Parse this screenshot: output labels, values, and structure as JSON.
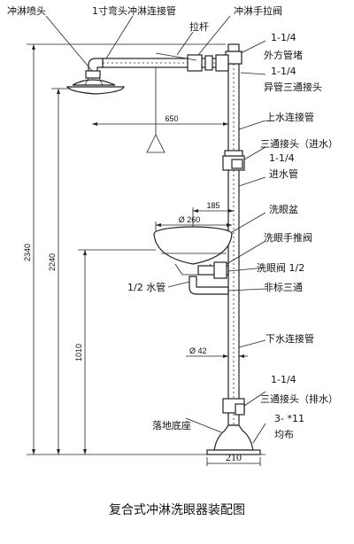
{
  "labels": {
    "shower_head": "冲淋喷头",
    "elbow_connector": "1寸弯头冲淋连接管",
    "shower_valve": "冲淋手拉阀",
    "pull_rod": "拉杆",
    "size_top_1": "1-1/4",
    "outer_square_plug": "外方管堵",
    "size_top_2": "1-1/4",
    "reducing_tee": "异管三通接头",
    "upper_water_pipe": "上水连接管",
    "tee_inlet": "三通接头（进水）",
    "size_mid": "1-1/4",
    "inlet_pipe": "进水管",
    "eyewash_bowl": "洗眼盆",
    "eyewash_push_valve": "洗眼手推阀",
    "eyewash_valve": "洗眼阀  1/2",
    "half_pipe": "1/2  水管",
    "nonstandard_tee": "非标三通",
    "lower_water_pipe": "下水连接管",
    "size_low": "1-1/4",
    "tee_drain": "三通接头（排水）",
    "floor_base": "落地底座",
    "bolts": "3- *11",
    "even_layout": "均布"
  },
  "dimensions": {
    "arm_length": "650",
    "bowl_diameter": "Ø 260",
    "bowl_offset": "185",
    "pipe_diameter": "Ø 42",
    "base_width": "210",
    "height_total": "2340",
    "height_shower": "2240",
    "height_bowl": "1010"
  },
  "caption": "复合式冲淋洗眼器装配图"
}
